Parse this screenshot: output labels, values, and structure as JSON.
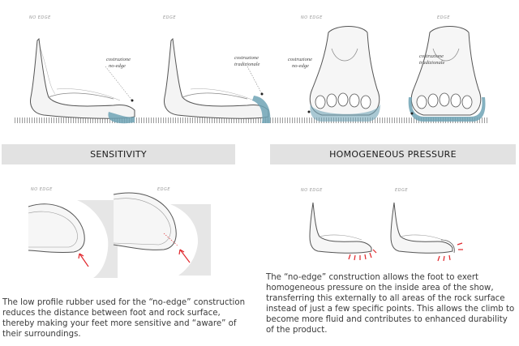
{
  "top_panels": {
    "side_no_edge": {
      "tag": "NO EDGE",
      "caption_line1": "costruzione",
      "caption_line2": "no-edge"
    },
    "side_edge": {
      "tag": "EDGE",
      "caption_line1": "costruzione",
      "caption_line2": "tradizionale"
    },
    "front_no_edge": {
      "tag": "NO EDGE",
      "caption_line1": "costruzione",
      "caption_line2": "no-edge"
    },
    "front_edge": {
      "tag": "EDGE",
      "caption_line1": "costruzione",
      "caption_line2": "tradizionale"
    }
  },
  "sensitivity": {
    "heading": "SENSITIVITY",
    "tag_no_edge": "NO EDGE",
    "tag_edge": "EDGE",
    "description": "The low profile rubber used for the “no-edge” construction reduces the distance between foot and rock surface, thereby making your feet more sensitive and “aware” of their surroundings."
  },
  "pressure": {
    "heading": "HOMOGENEOUS PRESSURE",
    "tag_no_edge": "NO EDGE",
    "tag_edge": "EDGE",
    "description": "The “no-edge” construction allows the foot to exert homogeneous pressure on the inside area of the show, transferring this externally to all areas of the rock surface instead of just a few specific points. This allows the climb to become more fluid and contributes to enhanced durability of the product."
  },
  "colors": {
    "accent_blue": "#6fa3b5",
    "arrow_red": "#e0262b",
    "bar_gray": "#e2e2e2"
  }
}
